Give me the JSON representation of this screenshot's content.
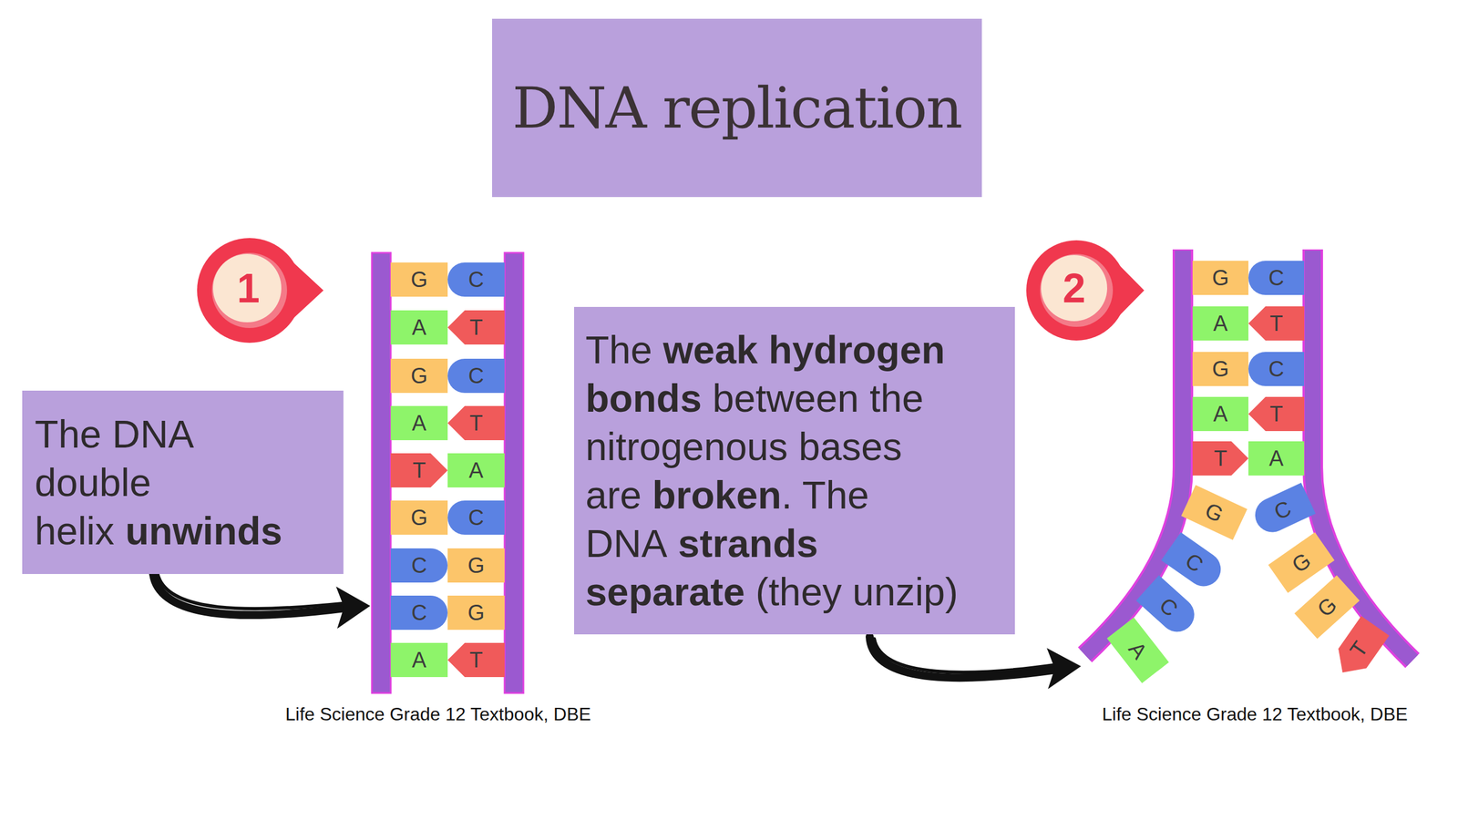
{
  "diagram": {
    "title": "DNA replication",
    "nodes": [
      {
        "text": [
          "The DNA double helix",
          "unwinds"
        ]
      },
      {
        "text": [
          "The",
          "weak hydrogen bonds",
          "between the nitrogenous bases are",
          "broken",
          ". The DNA",
          "strands separate",
          "(they unzip)"
        ]
      }
    ],
    "labels": [
      "1",
      "G",
      "C",
      "A",
      "T",
      "G",
      "C",
      "A",
      "T",
      "T",
      "A",
      "G",
      "C",
      "C",
      "G",
      "C",
      "G",
      "A",
      "T",
      "Life Science Grade 12 Textbook, DBE",
      "2",
      "G",
      "C",
      "A",
      "T",
      "G",
      "C",
      "A",
      "T",
      "T",
      "A",
      "G",
      "C",
      "C",
      "A",
      "C",
      "G",
      "G",
      "T",
      "Life Science Grade 12 Textbook, DBE"
    ]
  }
}
